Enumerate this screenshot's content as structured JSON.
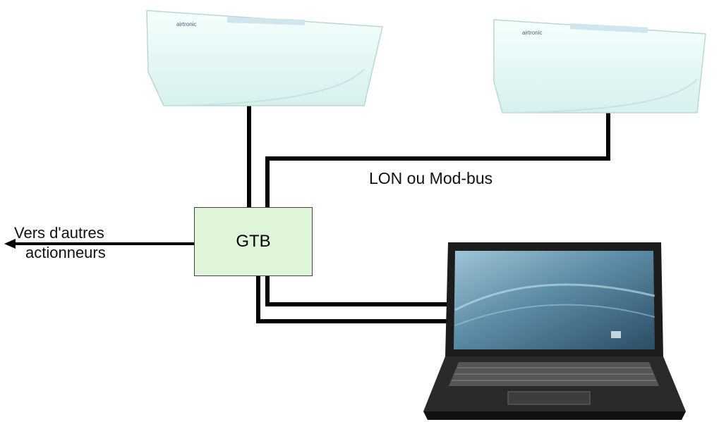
{
  "gtb": {
    "label": "GTB"
  },
  "bus": {
    "label": "LON ou Mod-bus"
  },
  "arrow": {
    "line1": "Vers d'autres",
    "line2": "actionneurs"
  },
  "units": [
    {
      "brand": "airtronic"
    },
    {
      "brand": "airtronic"
    }
  ],
  "colors": {
    "unit_body": "#eafaf8",
    "gtb_fill": "#dff5d9",
    "wire": "#000000"
  }
}
